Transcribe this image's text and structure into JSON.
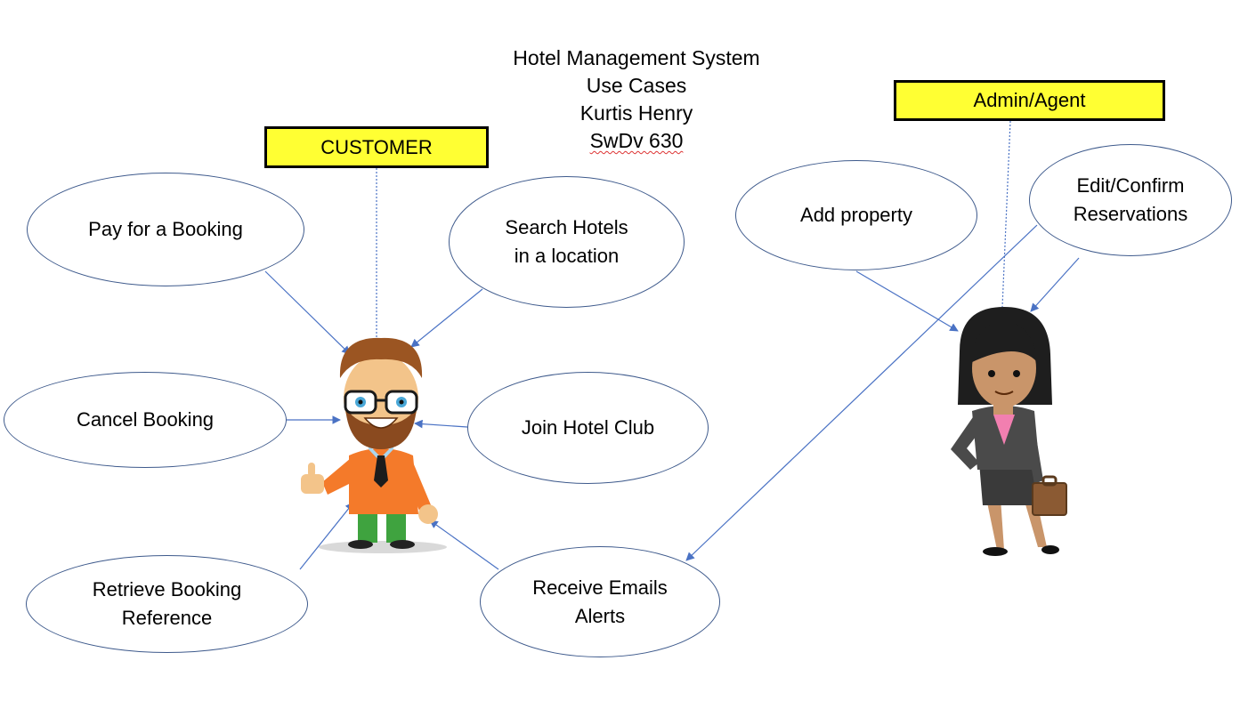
{
  "title": {
    "line1": "Hotel Management System",
    "line2": "Use Cases",
    "line3": "Kurtis Henry",
    "line4": "SwDv 630"
  },
  "actors": {
    "customer": "CUSTOMER",
    "admin": "Admin/Agent"
  },
  "use_cases": {
    "pay_booking": "Pay for a Booking",
    "search_hotels": "Search Hotels\nin a location",
    "cancel_booking": "Cancel Booking",
    "join_club": "Join Hotel Club",
    "retrieve_reference": "Retrieve Booking\nReference",
    "receive_alerts": "Receive Emails\nAlerts",
    "add_property": "Add property",
    "edit_reservations": "Edit/Confirm\nReservations"
  },
  "colors": {
    "actor_box": "#ffff33",
    "ellipse_stroke": "#3e5a8c",
    "arrow": "#4a72c4"
  }
}
